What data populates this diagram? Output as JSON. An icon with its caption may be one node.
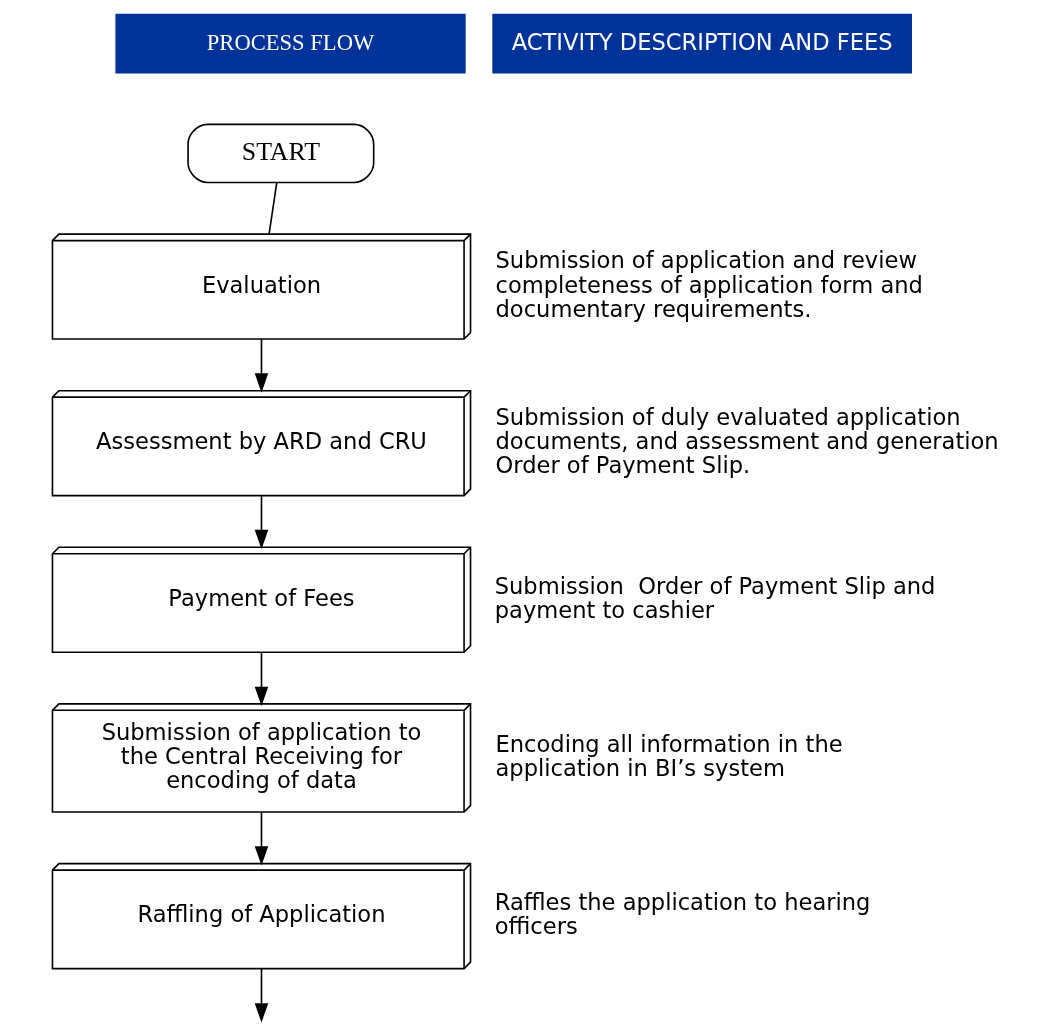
{
  "diagram": {
    "nodes": [
      {
        "text": [
          "START"
        ]
      },
      {
        "text": [
          "Evaluation"
        ],
        "beside": [
          "Submission of application and review completeness of application form and documentary requirements."
        ]
      },
      {
        "text": [
          "Assessment by ARD and CRU"
        ],
        "beside": [
          "Submission of duly evaluated application documents, and assessment and generation Order of Payment Slip."
        ]
      },
      {
        "text": [
          "Payment of Fees"
        ],
        "beside": [
          "Submission  Order of Payment Slip and payment to cashier"
        ]
      },
      {
        "text": [
          "Submission of application to the Central Receiving for encoding of data"
        ],
        "beside": [
          "Encoding all information in the application in BI’s system"
        ]
      },
      {
        "text": [
          "Raffling of Application"
        ],
        "beside": [
          "Raffles the application to hearing officers"
        ]
      }
    ],
    "edges": [
      {
        "from": 0,
        "to": 1,
        "arrow": "none"
      },
      {
        "from": 1,
        "to": 2,
        "arrow": "to"
      },
      {
        "from": 2,
        "to": 3,
        "arrow": "to"
      },
      {
        "from": 3,
        "to": 4,
        "arrow": "to"
      },
      {
        "from": 4,
        "to": 5,
        "arrow": "to"
      },
      {
        "from": 5,
        "to": null,
        "arrow": "to"
      }
    ],
    "labels": [
      "PROCESS FLOW",
      "ACTIVITY DESCRIPTION AND FEES"
    ]
  }
}
